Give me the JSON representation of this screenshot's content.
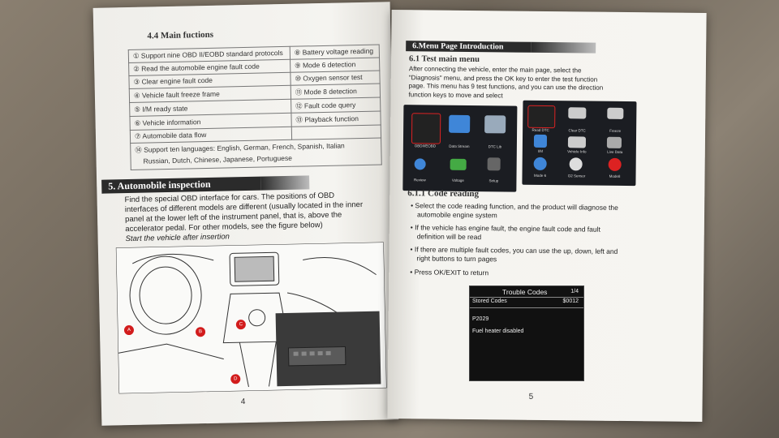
{
  "left_page": {
    "section_title": "4.4 Main fuctions",
    "functions_left": [
      "① Support nine OBD II/EOBD standard protocols",
      "② Read the automobile engine fault code",
      "③ Clear engine fault code",
      "④ Vehicle fault freeze frame",
      "⑤ I/M ready state",
      "⑥ Vehicle information",
      "⑦ Automobile data flow"
    ],
    "functions_right": [
      "⑧ Battery voltage reading",
      "⑨ Mode 6 detection",
      "⑩ Oxygen sensor test",
      "⑪ Mode 8 detection",
      "⑫ Fault code query",
      "⑬ Playback function"
    ],
    "languages_line1": "⑭ Support ten languages: English, German, French, Spanish, Italian",
    "languages_line2": "Russian, Dutch, Chinese, Japanese, Portuguese",
    "inspection_title": "5. Automobile inspection",
    "inspection_lines": [
      "Find the special OBD interface for cars. The positions of OBD",
      "interfaces of different models are different (usually located in the inner",
      "panel at the lower left of the instrument panel, that is, above the",
      "accelerator pedal. For other models, see the figure below)",
      "Start the vehicle after insertion"
    ],
    "markers": [
      "A",
      "B",
      "C",
      "D"
    ],
    "page_number": "4"
  },
  "right_page": {
    "menu_title": "6.Menu Page Introduction",
    "test_menu_title": "6.1 Test main menu",
    "test_menu_lines": [
      "After connecting the vehicle, enter the main page, select the",
      "\"Diagnosis\" menu, and press the OK key to enter the test function",
      "page. This menu has 9 test functions, and you can use the direction",
      "function keys to move and select"
    ],
    "screen1_labels": [
      "OBDII/EOBD",
      "Data Stream",
      "DTC Lib",
      "Review",
      "Voltage",
      "Setup"
    ],
    "screen2_labels": [
      "Read DTC",
      "Clear DTC",
      "Freeze",
      "I/M",
      "Vehicle Info",
      "Live Data",
      "Mode 6",
      "O2 Sensor",
      "Mode8"
    ],
    "code_reading_title": "6.1.1 Code reading",
    "bullets": [
      [
        "Select the code reading function, and the product will diagnose the",
        "automobile engine system"
      ],
      [
        "If the vehicle has engine fault, the engine fault code and fault",
        "definition will be read"
      ],
      [
        "If there are multiple fault codes, you can use the up, down, left and",
        "right buttons to turn pages"
      ],
      [
        "Press OK/EXIT to return"
      ]
    ],
    "trouble_codes": {
      "title": "Trouble Codes",
      "page": "1/4",
      "stored_label": "Stored Codes",
      "stored_value": "$0012",
      "code": "P2029",
      "description": "Fuel heater disabled"
    },
    "page_number": "5"
  }
}
